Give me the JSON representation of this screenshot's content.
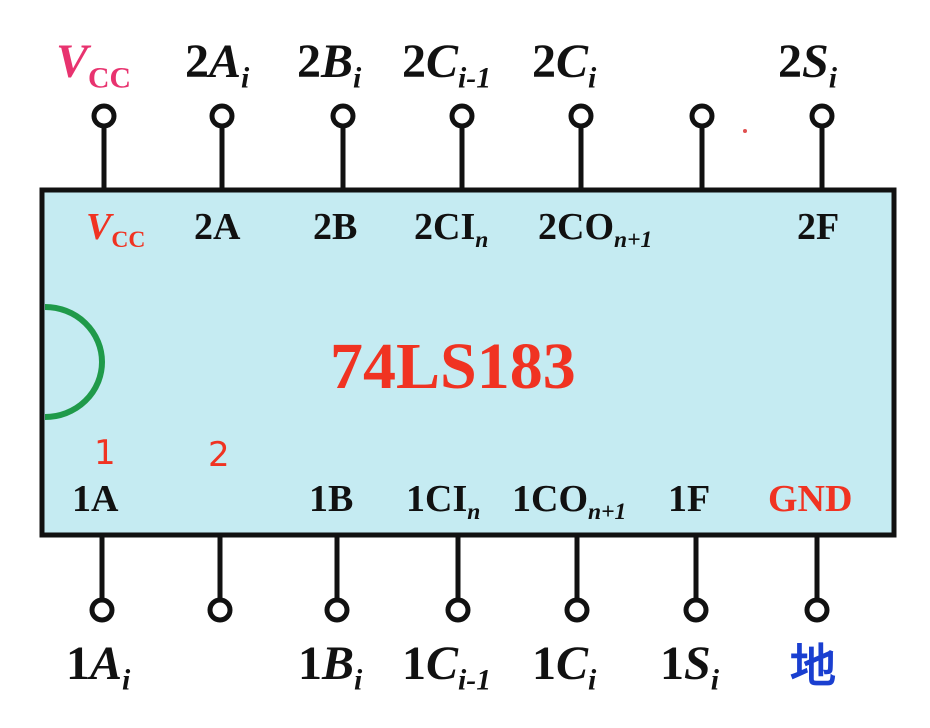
{
  "chip": {
    "name": "74LS183",
    "body_color": "#c5ebf2",
    "outline_color": "#111111"
  },
  "top_outer_labels": {
    "vcc": {
      "main": "V",
      "sub": "CC"
    },
    "a2": {
      "num": "2",
      "main": "A",
      "sub": "i"
    },
    "b2": {
      "num": "2",
      "main": "B",
      "sub": "i"
    },
    "c2_in": {
      "num": "2",
      "main": "C",
      "sub": "i-1"
    },
    "c2_out": {
      "num": "2",
      "main": "C",
      "sub": "i"
    },
    "s2": {
      "num": "2",
      "main": "S",
      "sub": "i"
    }
  },
  "top_pin_names": {
    "vcc": {
      "main": "V",
      "sub": "CC"
    },
    "a2": "2A",
    "b2": "2B",
    "ci2": {
      "main": "2CI",
      "sub": "n"
    },
    "co2": {
      "main": "2CO",
      "sub": "n+1"
    },
    "f2": "2F"
  },
  "bottom_pin_names": {
    "a1": "1A",
    "b1": "1B",
    "ci1": {
      "main": "1CI",
      "sub": "n"
    },
    "co1": {
      "main": "1CO",
      "sub": "n+1"
    },
    "f1": "1F",
    "gnd": "GND"
  },
  "bottom_outer_labels": {
    "a1": {
      "num": "1",
      "main": "A",
      "sub": "i"
    },
    "b1": {
      "num": "1",
      "main": "B",
      "sub": "i"
    },
    "c1_in": {
      "num": "1",
      "main": "C",
      "sub": "i-1"
    },
    "c1_out": {
      "num": "1",
      "main": "C",
      "sub": "i"
    },
    "s1": {
      "num": "1",
      "main": "S",
      "sub": "i"
    },
    "ground": "地"
  },
  "handwritten_marks": {
    "pin1": "1",
    "pin2": "2"
  },
  "colors": {
    "red_text": "#f03322",
    "pink_text": "#e8336f",
    "blue_text": "#1a3fd0",
    "notch": "#1f9a4a"
  }
}
